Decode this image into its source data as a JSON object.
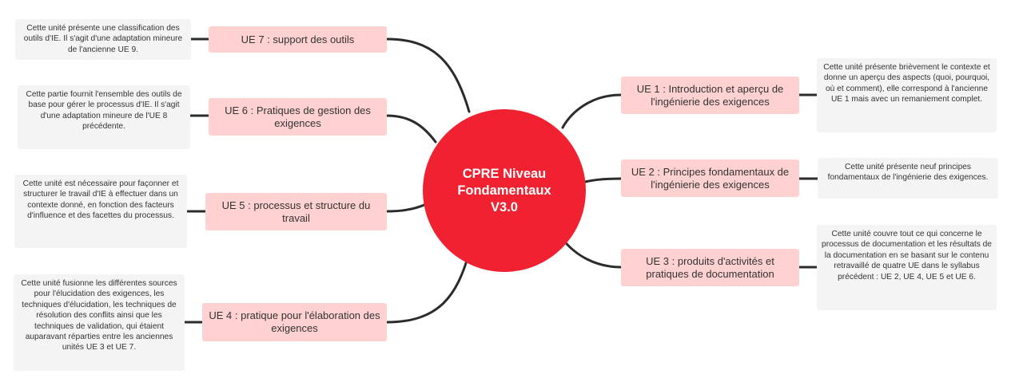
{
  "center": {
    "title": "CPRE Niveau\nFondamentaux\nV3.0"
  },
  "branches": [
    {
      "label": "UE 7 : support des outils",
      "note": "Cette unité présente une classification des outils d'IE. Il s'agit d'une adaptation mineure de l'ancienne UE 9."
    },
    {
      "label": "UE 6 : Pratiques de gestion des exigences",
      "note": "Cette partie fournit l'ensemble des outils de base pour gérer le processus d'IE. Il s'agit d'une adaptation mineure de l'UE 8 précédente."
    },
    {
      "label": "UE 5 : processus et structure du travail",
      "note": "Cette unité est nécessaire pour façonner et structurer le travail d'IE à effectuer dans un contexte donné, en fonction des facteurs d'influence et des facettes du processus."
    },
    {
      "label": "UE 4 : pratique pour l'élaboration des exigences",
      "note": "Cette unité fusionne les différentes sources pour l'élucidation des exigences, les techniques d'élucidation, les techniques de résolution des conflits ainsi que les techniques de validation, qui étaient auparavant réparties entre les anciennes unités UE 3 et UE 7."
    },
    {
      "label": "UE 1 : Introduction et aperçu de l'ingénierie des exigences",
      "note": "Cette unité présente brièvement le contexte et donne un aperçu des aspects (quoi, pourquoi, où et comment), elle correspond à l'ancienne UE 1 mais avec un remaniement complet."
    },
    {
      "label": "UE 2 : Principes fondamentaux de l'ingénierie des exigences",
      "note": "Cette unité présente neuf principes fondamentaux de l'ingénierie des exigences."
    },
    {
      "label": "UE 3 : produits d'activités et pratiques de documentation",
      "note": "Cette unité couvre tout ce qui concerne le processus de documentation et les résultats de la documentation en se basant sur le contenu retravaillé de quatre UE dans le syllabus précédent : UE 2, UE 4, UE 5 et UE 6."
    }
  ]
}
